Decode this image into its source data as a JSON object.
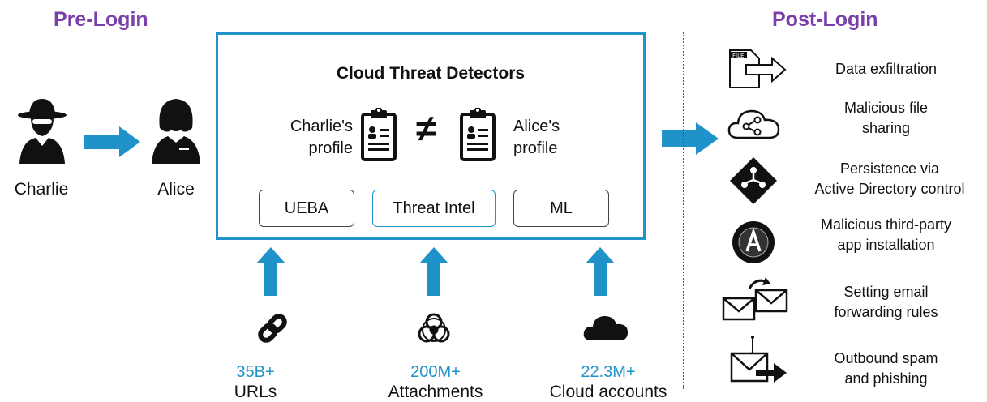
{
  "pre_login": {
    "title": "Pre-Login"
  },
  "post_login": {
    "title": "Post-Login"
  },
  "actors": {
    "attacker": {
      "name": "Charlie",
      "icon": "spy-icon"
    },
    "victim": {
      "name": "Alice",
      "icon": "user-icon"
    }
  },
  "detectors": {
    "title": "Cloud Threat Detectors",
    "left_profile": [
      "Charlie's",
      "profile"
    ],
    "right_profile": [
      "Alice's",
      "profile"
    ],
    "not_equal": "≠",
    "methods": [
      "UEBA",
      "Threat Intel",
      "ML"
    ]
  },
  "inputs": [
    {
      "value": "35B+",
      "label": "URLs",
      "icon": "link-icon"
    },
    {
      "value": "200M+",
      "label": "Attachments",
      "icon": "biohazard-icon"
    },
    {
      "value": "22.3M+",
      "label": "Cloud accounts",
      "icon": "cloud-icon"
    }
  ],
  "post_login_threats": [
    {
      "lines": [
        "Data exfiltration"
      ],
      "icon": "file-export-icon"
    },
    {
      "lines": [
        "Malicious file",
        "sharing"
      ],
      "icon": "cloud-share-icon"
    },
    {
      "lines": [
        "Persistence via",
        "Active Directory control"
      ],
      "icon": "directory-diamond-icon"
    },
    {
      "lines": [
        "Malicious third-party",
        "app installation"
      ],
      "icon": "oauth-badge-icon"
    },
    {
      "lines": [
        "Setting email",
        "forwarding rules"
      ],
      "icon": "email-forward-icon"
    },
    {
      "lines": [
        "Outbound spam",
        "and phishing"
      ],
      "icon": "phishing-mail-icon"
    }
  ],
  "colors": {
    "accent_blue": "#1f93c9",
    "heading_purple": "#7a3fa8"
  }
}
